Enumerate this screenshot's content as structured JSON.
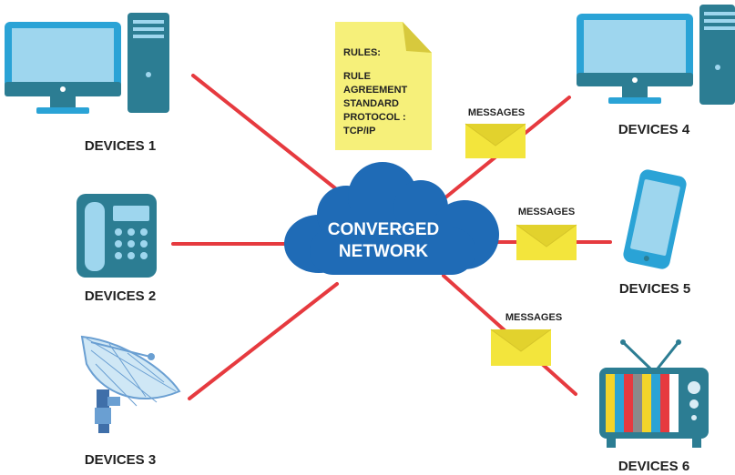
{
  "network": {
    "title_line1": "CONVERGED",
    "title_line2": "NETWORK"
  },
  "rules_note": {
    "heading": "RULES:",
    "lines": [
      "RULE",
      "AGREEMENT",
      "STANDARD",
      "PROTOCOL :",
      "TCP/IP"
    ]
  },
  "devices": [
    {
      "label": "DEVICES 1",
      "icon": "desktop-computer-icon"
    },
    {
      "label": "DEVICES 2",
      "icon": "desk-phone-icon"
    },
    {
      "label": "DEVICES 3",
      "icon": "satellite-dish-icon"
    },
    {
      "label": "DEVICES 4",
      "icon": "desktop-computer-icon"
    },
    {
      "label": "DEVICES 5",
      "icon": "smartphone-icon"
    },
    {
      "label": "DEVICES 6",
      "icon": "television-icon"
    }
  ],
  "messages": [
    {
      "label": "MESSAGES"
    },
    {
      "label": "MESSAGES"
    },
    {
      "label": "MESSAGES"
    }
  ],
  "colors": {
    "link_line": "#e63a3f",
    "cloud": "#1f6bb6",
    "device_blue": "#2aa3d6",
    "device_teal": "#2c7d93",
    "envelope": "#f3e53c",
    "note": "#f6f07a"
  }
}
